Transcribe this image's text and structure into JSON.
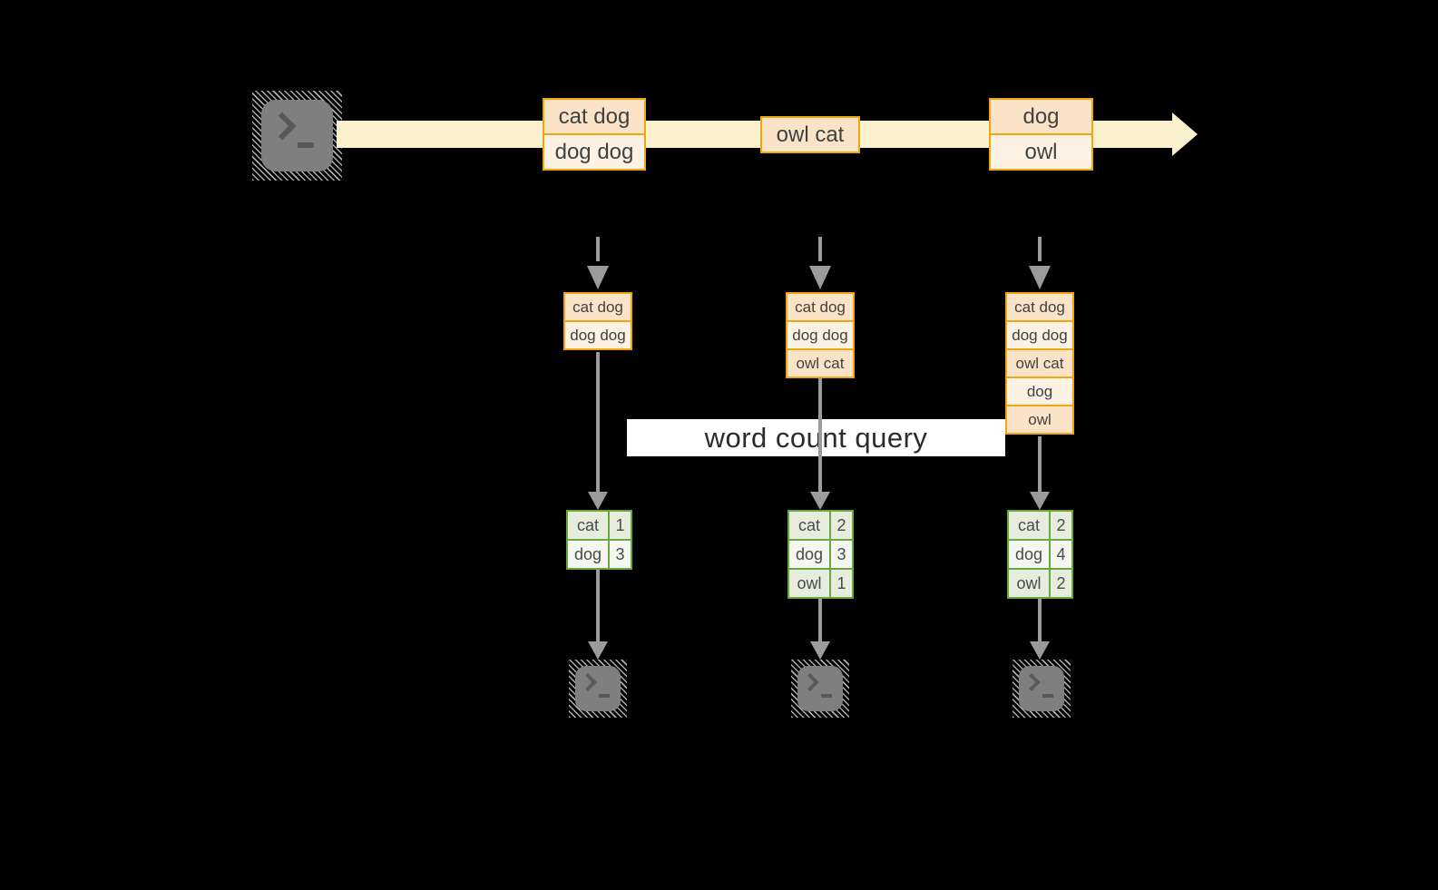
{
  "banner": {
    "label": "word count query"
  },
  "stream": {
    "boxes": [
      {
        "rows": [
          "cat dog",
          "dog dog"
        ]
      },
      {
        "rows": [
          "owl cat"
        ]
      },
      {
        "rows": [
          "dog",
          "owl"
        ]
      }
    ]
  },
  "columns": [
    {
      "buffer": [
        "cat dog",
        "dog dog"
      ],
      "counts": [
        {
          "word": "cat",
          "count": "1"
        },
        {
          "word": "dog",
          "count": "3"
        }
      ]
    },
    {
      "buffer": [
        "cat dog",
        "dog dog",
        "owl cat"
      ],
      "counts": [
        {
          "word": "cat",
          "count": "2"
        },
        {
          "word": "dog",
          "count": "3"
        },
        {
          "word": "owl",
          "count": "1"
        }
      ]
    },
    {
      "buffer": [
        "cat dog",
        "dog dog",
        "owl cat",
        "dog",
        "owl"
      ],
      "counts": [
        {
          "word": "cat",
          "count": "2"
        },
        {
          "word": "dog",
          "count": "4"
        },
        {
          "word": "owl",
          "count": "2"
        }
      ]
    }
  ],
  "icons": {
    "source": "terminal-icon",
    "outputs": [
      "terminal-icon",
      "terminal-icon",
      "terminal-icon"
    ]
  },
  "colors": {
    "background": "#000000",
    "stream_band": "#fcf1cf",
    "record_border": "#f0a70e",
    "record_fill_dark": "#fae3c6",
    "record_fill_light": "#fdf2e3",
    "table_border": "#68a83d",
    "table_fill_dark": "#e6eddd",
    "table_fill_light": "#f3f7ef",
    "arrow_gray": "#9b9b9b",
    "banner_bg": "#ffffff"
  }
}
